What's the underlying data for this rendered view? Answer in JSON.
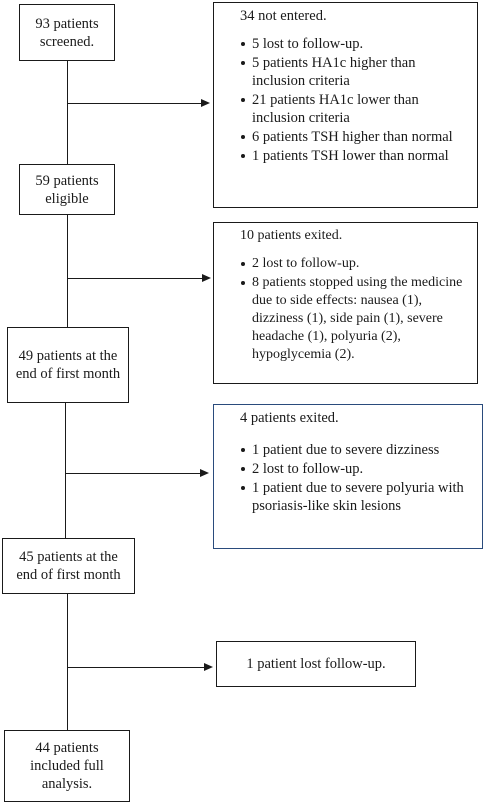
{
  "flow": {
    "step1": "93 patients screened.",
    "step2": "59 patients eligible",
    "step3": "49 patients at the end of first month",
    "step4": "45 patients at the end of first month",
    "step5": "44 patients included full analysis."
  },
  "exits": [
    {
      "head": "34 not entered.",
      "items": [
        "5 lost to follow-up.",
        "5 patients HA1c higher than inclusion criteria",
        "21 patients HA1c lower than inclusion criteria",
        "6 patients TSH higher than normal",
        "1 patients TSH lower than normal"
      ]
    },
    {
      "head": "10 patients exited.",
      "items": [
        "2 lost to follow-up.",
        "8 patients stopped using the medicine due to side effects: nausea (1), dizziness (1), side pain (1), severe headache (1), polyuria (2), hypoglycemia (2)."
      ]
    },
    {
      "head": "4 patients exited.",
      "items": [
        "1 patient due to severe dizziness",
        "2 lost to follow-up.",
        "1 patient due to severe polyuria with psoriasis-like skin lesions"
      ]
    },
    {
      "head": "1 patient lost follow-up."
    }
  ]
}
